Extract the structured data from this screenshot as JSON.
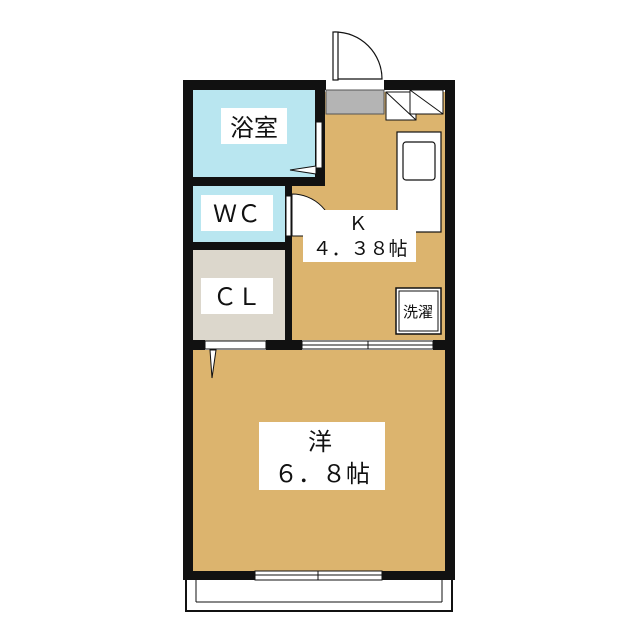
{
  "rooms": {
    "bath": {
      "label": "浴室"
    },
    "wc": {
      "label": "ＷＣ"
    },
    "closet": {
      "label": "ＣＬ"
    },
    "kitchen": {
      "label": "Ｋ",
      "size": "４．３８帖"
    },
    "western": {
      "label": "洋",
      "size": "６．８帖"
    },
    "washer": {
      "label": "洗濯"
    }
  },
  "colors": {
    "wall": "#111111",
    "bath_fill": "#b9e6f0",
    "closet_fill": "#dcd7cc",
    "floor_fill": "#dcb46e",
    "entrance_fill": "#b4b4b4"
  }
}
